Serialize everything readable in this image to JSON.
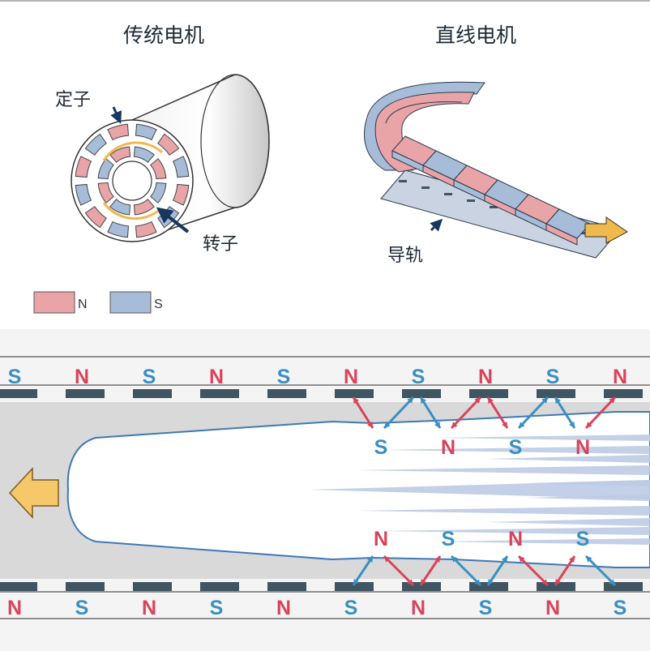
{
  "top": {
    "rotary_title": "传统电机",
    "linear_title": "直线电机",
    "stator_label": "定子",
    "rotor_label": "转子",
    "rail_label": "导轨"
  },
  "legend": [
    {
      "text": "N",
      "color": "#e8a4a6"
    },
    {
      "text": "S",
      "color": "#a7bcd9"
    }
  ],
  "colors": {
    "north": "#d9435a",
    "south": "#3a8fc1",
    "magnet_n": "#e8a4a6",
    "magnet_s": "#a7bcd9",
    "dark_bar": "#3f5561",
    "arrow_yellow": "#f7c86a",
    "outline_blue": "#3e79b6"
  },
  "bottom": {
    "top_row_poles": [
      "S",
      "N",
      "S",
      "N",
      "S",
      "N",
      "S",
      "N",
      "S",
      "N"
    ],
    "top_mover_poles": [
      "S",
      "N",
      "S",
      "N"
    ],
    "bottom_mover_poles": [
      "N",
      "S",
      "N",
      "S"
    ],
    "bottom_row_poles": [
      "N",
      "S",
      "N",
      "S",
      "N",
      "S",
      "N",
      "S",
      "N",
      "S"
    ],
    "direction_icon": "arrow-left-icon"
  }
}
